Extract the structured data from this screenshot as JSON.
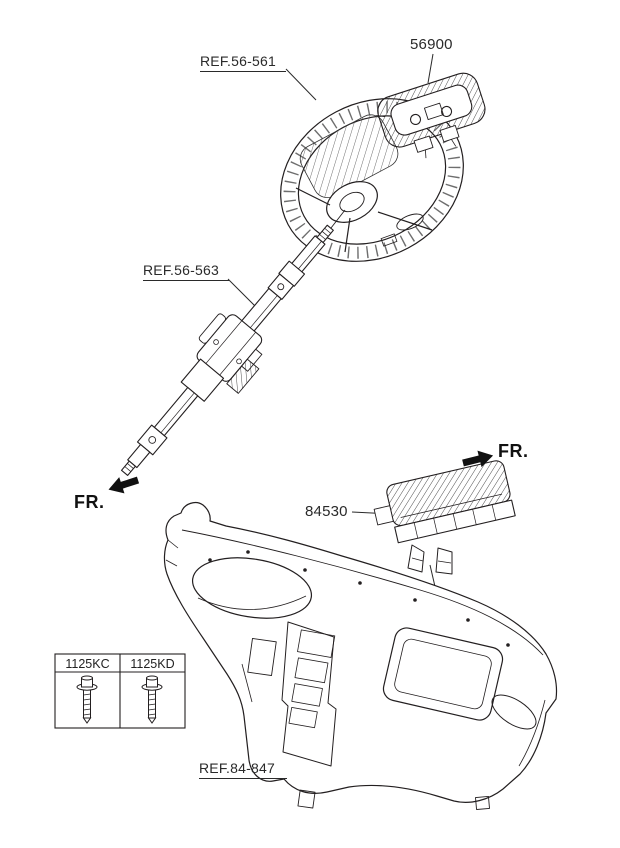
{
  "diagram": {
    "callouts": {
      "ref_steering_wheel": "REF.56-561",
      "driver_airbag_module": "56900",
      "ref_steering_column": "REF.56-563",
      "passenger_airbag_module": "84530",
      "ref_crash_pad": "REF.84-847",
      "fr_left": "FR.",
      "fr_right": "FR."
    },
    "fastener_table": {
      "columns": [
        {
          "code": "1125KC"
        },
        {
          "code": "1125KD"
        }
      ]
    },
    "colors": {
      "line": "#231f20",
      "background": "#ffffff"
    }
  }
}
